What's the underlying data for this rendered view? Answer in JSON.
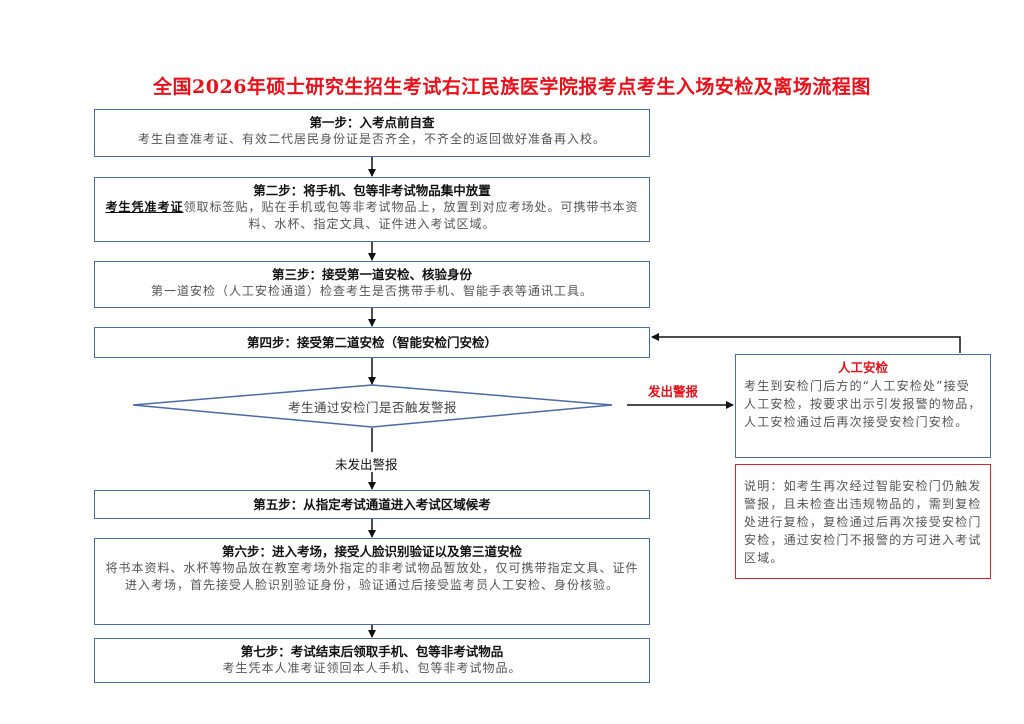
{
  "title": "全国2026年硕士研究生招生考试右江民族医学院报考点考生入场安检及离场流程图",
  "steps": [
    {
      "heading": "第一步：入考点前自查",
      "body": "考生自查准考证、有效二代居民身份证是否齐全，不齐全的返回做好准备再入校。"
    },
    {
      "heading": "第二步：将手机、包等非考试物品集中放置",
      "body_underlined": "考生凭准考证",
      "body": "领取标签贴，贴在手机或包等非考试物品上，放置到对应考场处。可携带书本资料、水杯、指定文具、证件进入考试区域。"
    },
    {
      "heading": "第三步：接受第一道安检、核验身份",
      "body": "第一道安检（人工安检通道）检查考生是否携带手机、智能手表等通讯工具。"
    },
    {
      "heading": "第四步：接受第二道安检（智能安检门安检）"
    },
    {
      "heading": "第五步：从指定考试通道进入考试区域候考"
    },
    {
      "heading": "第六步：进入考场，接受人脸识别验证以及第三道安检",
      "body": "将书本资料、水杯等物品放在教室考场外指定的非考试物品暂放处，仅可携带指定文具、证件进入考场，首先接受人脸识别验证身份，验证通过后接受监考员人工安检、身份核验。"
    },
    {
      "heading": "第七步：考试结束后领取手机、包等非考试物品",
      "body": "考生凭本人准考证领回本人手机、包等非考试物品。"
    }
  ],
  "decision": "考生通过安检门是否触发警报",
  "no_alarm_label": "未发出警报",
  "alarm_label": "发出警报",
  "manual_check": {
    "heading": "人工安检",
    "body": "考生到安检门后方的“人工安检处”接受人工安检，按要求出示引发报警的物品，人工安检通过后再次接受安检门安检。"
  },
  "note": "说明：如考生再次经过智能安检门仍触发警报，且未检查出违规物品的，需到复检处进行复检，复检通过后再次接受安检门安检，通过安检门不报警的方可进入考试区域。",
  "colors": {
    "title": "#e8101a",
    "box_border": "#4a6aa8",
    "note_border": "#d9262b"
  }
}
